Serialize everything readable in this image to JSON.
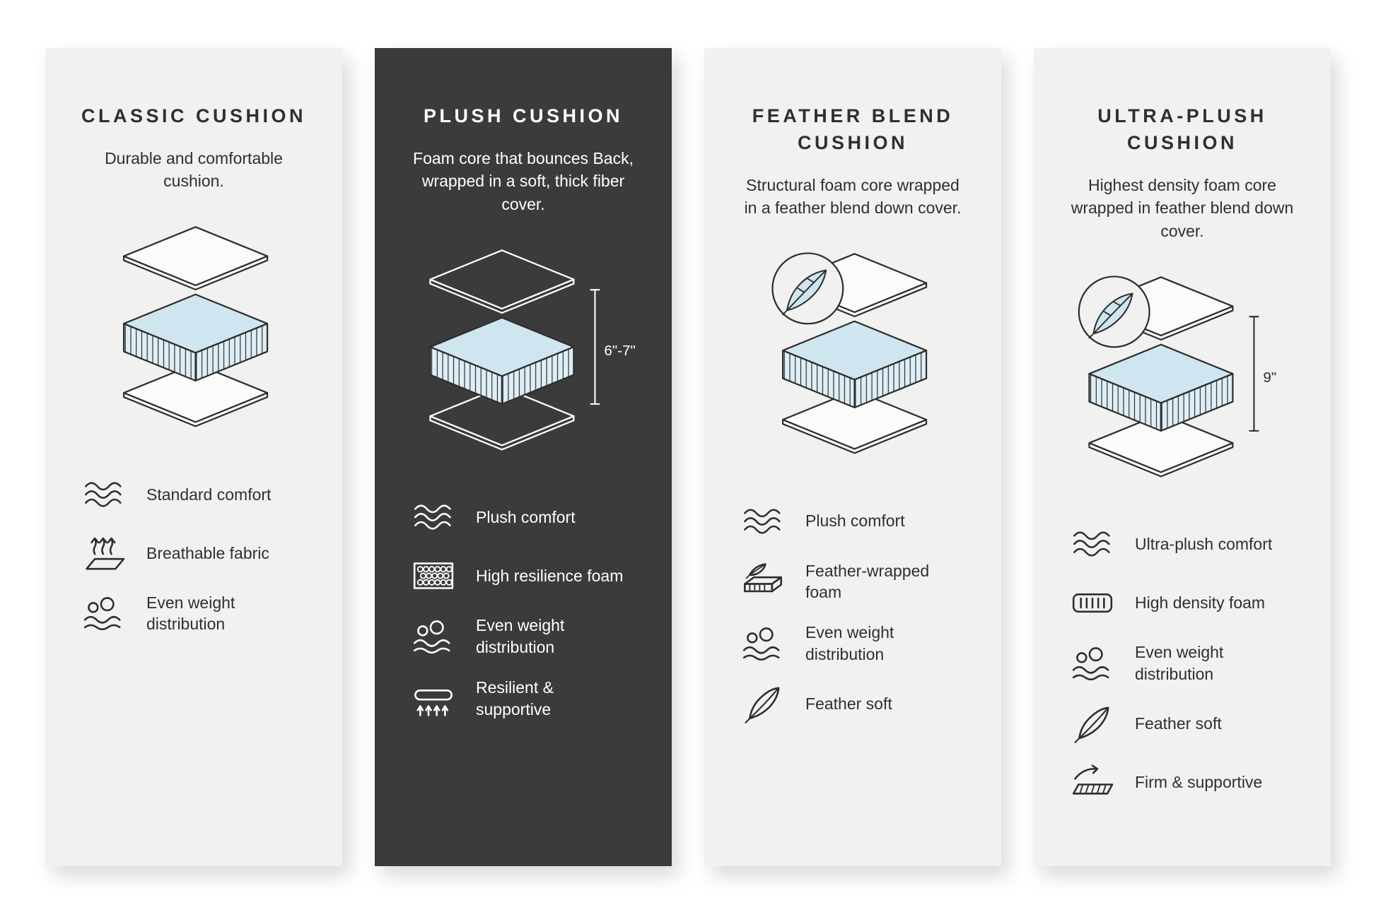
{
  "panels": [
    {
      "title": "CLASSIC CUSHION",
      "description": "Durable and comfortable cushion.",
      "dimension_label": "",
      "features": [
        {
          "icon": "waves-comfort-icon",
          "label": "Standard comfort"
        },
        {
          "icon": "breathable-fabric-icon",
          "label": "Breathable fabric"
        },
        {
          "icon": "weight-distribution-icon",
          "label": "Even weight distribution"
        }
      ]
    },
    {
      "title": "PLUSH CUSHION",
      "description": "Foam core that bounces Back, wrapped in a soft, thick fiber cover.",
      "dimension_label": "6\"-7\"",
      "features": [
        {
          "icon": "waves-comfort-icon",
          "label": "Plush comfort"
        },
        {
          "icon": "honeycomb-foam-icon",
          "label": "High resilience foam"
        },
        {
          "icon": "weight-distribution-icon",
          "label": "Even weight distribution"
        },
        {
          "icon": "resilient-supportive-icon",
          "label": "Resilient & supportive"
        }
      ]
    },
    {
      "title": "FEATHER BLEND CUSHION",
      "description": "Structural foam core wrapped in a feather blend down cover.",
      "dimension_label": "",
      "features": [
        {
          "icon": "waves-comfort-icon",
          "label": "Plush comfort"
        },
        {
          "icon": "feather-wrapped-foam-icon",
          "label": "Feather-wrapped foam"
        },
        {
          "icon": "weight-distribution-icon",
          "label": "Even weight distribution"
        },
        {
          "icon": "feather-icon",
          "label": "Feather soft"
        }
      ]
    },
    {
      "title": "ULTRA-PLUSH CUSHION",
      "description": "Highest density foam core wrapped in feather blend down cover.",
      "dimension_label": "9\"",
      "features": [
        {
          "icon": "waves-comfort-icon",
          "label": "Ultra-plush comfort"
        },
        {
          "icon": "density-foam-icon",
          "label": "High density foam"
        },
        {
          "icon": "weight-distribution-icon",
          "label": "Even weight distribution"
        },
        {
          "icon": "feather-icon",
          "label": "Feather soft"
        },
        {
          "icon": "firm-supportive-icon",
          "label": "Firm & supportive"
        }
      ]
    }
  ],
  "colors": {
    "background": "#ffffff",
    "light_panel": "#f1f1ef",
    "dark_panel": "#3b3b3b",
    "foam_blue": "#cfe6f0",
    "foam_blue_light": "#ddeef6",
    "line": "#2e2e2e"
  }
}
